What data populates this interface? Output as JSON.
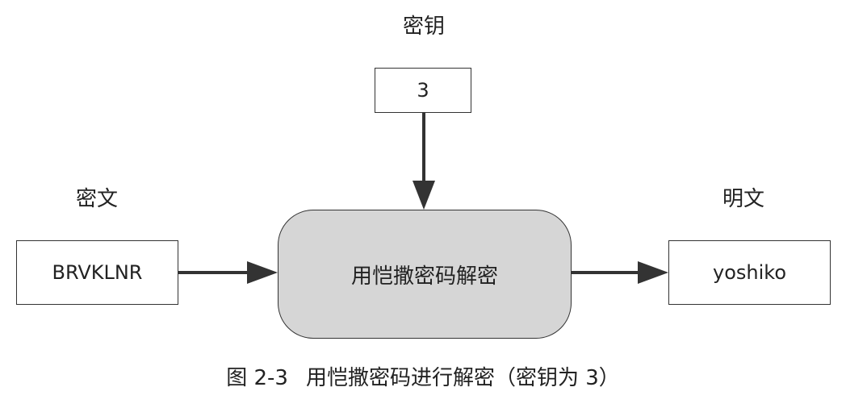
{
  "labels": {
    "key": "密钥",
    "ciphertext": "密文",
    "plaintext": "明文"
  },
  "boxes": {
    "key_value": "3",
    "ciphertext_value": "BRVKLNR",
    "process": "用恺撒密码解密",
    "plaintext_value": "yoshiko"
  },
  "caption": {
    "number": "图 2-3",
    "text": "用恺撒密码进行解密（密钥为 3）"
  }
}
